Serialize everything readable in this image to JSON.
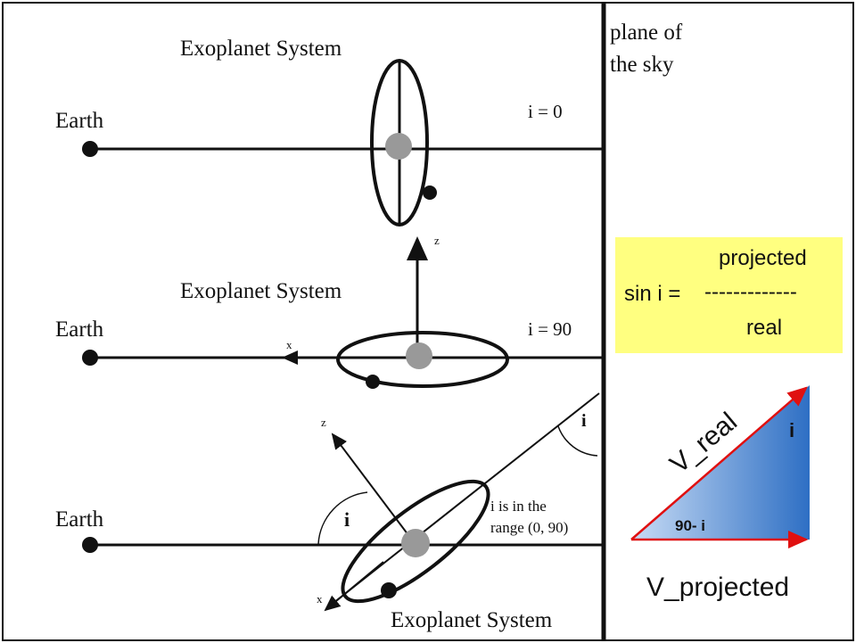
{
  "left_panel": {
    "plane_label": [
      "plane of",
      "the sky"
    ],
    "systems": [
      {
        "title": "Exoplanet System",
        "earth_label": "Earth",
        "inclination_label": "i = 0"
      },
      {
        "title": "Exoplanet System",
        "earth_label": "Earth",
        "inclination_label": "i = 90",
        "axis_z": "z",
        "axis_x": "x"
      },
      {
        "title": "Exoplanet System",
        "earth_label": "Earth",
        "angle_label": "i",
        "range_label": [
          "i is in the",
          "range (0, 90)"
        ],
        "axis_z": "z",
        "axis_x": "x",
        "sky_angle_label": "i"
      }
    ]
  },
  "formula": {
    "lhs": "sin i =",
    "numerator": "projected",
    "fraction_bar": "-------------",
    "denominator": "real"
  },
  "triangle": {
    "hypotenuse_label": "V_real",
    "top_angle_label": "i",
    "bottom_angle_label": "90- i",
    "base_label": "V_projected",
    "colors": {
      "fill_light": "#c8dcf5",
      "fill_dark": "#2e6fc4",
      "arrow": "#e01010"
    }
  }
}
